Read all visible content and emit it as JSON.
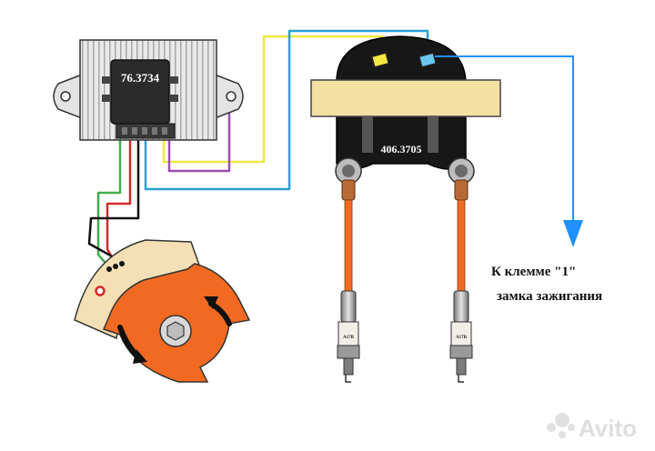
{
  "module": {
    "label": "76.3734"
  },
  "coil": {
    "label": "406.3705"
  },
  "note": {
    "line1": "К клемме \"1\"",
    "line2": "замка зажигания"
  },
  "spark_plugs": {
    "marking": "A17B"
  },
  "watermark": {
    "text": "Avito"
  },
  "colors": {
    "green": "#3fb04a",
    "red": "#d42a2a",
    "black": "#111111",
    "blue": "#2a9fd6",
    "yellow": "#f2e640",
    "purple": "#9b4fb0",
    "orange": "#f26a21",
    "cream": "#f5dfb4",
    "arrow_blue": "#1e90ff"
  }
}
